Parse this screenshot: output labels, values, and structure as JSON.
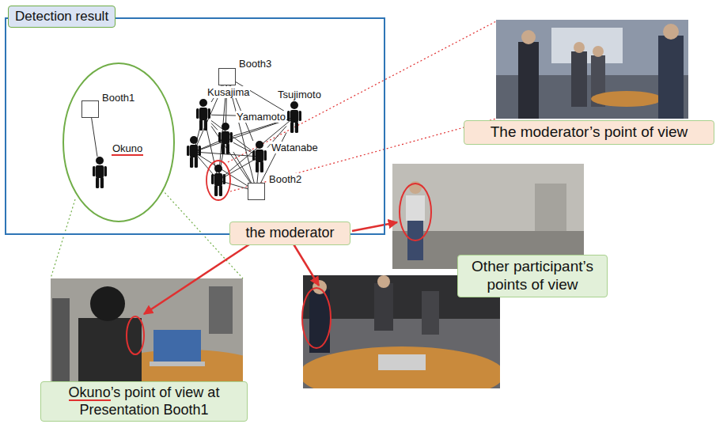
{
  "diagram": {
    "nodes": [
      {
        "text": [
          "Detection result"
        ]
      },
      {
        "text": [
          "Booth1"
        ],
        "in": 0
      },
      {
        "text": [
          "Okuno"
        ],
        "in": 0
      },
      {
        "text": [
          "Booth3"
        ],
        "in": 0
      },
      {
        "text": [
          "Kusajima"
        ],
        "in": 0
      },
      {
        "text": [
          "Tsujimoto"
        ],
        "in": 0
      },
      {
        "text": [
          "Yamamoto"
        ],
        "in": 0
      },
      {
        "text": [
          "Watanabe"
        ],
        "in": 0
      },
      {
        "text": [
          "Booth2"
        ],
        "in": 0
      },
      {
        "text": [
          "the moderator"
        ]
      },
      {
        "text": [
          "The moderator’s point of view"
        ]
      },
      {
        "text": [
          "Other participant’s points of view"
        ]
      },
      {
        "text": [
          "Okuno’s point of view at Presentation Booth1"
        ]
      }
    ],
    "edges": [
      {
        "from": 1,
        "to": 2,
        "arrow": "none"
      },
      {
        "from": 3,
        "to": 4,
        "arrow": "none"
      },
      {
        "from": 3,
        "to": 5,
        "arrow": "none"
      },
      {
        "from": 3,
        "to": 6,
        "arrow": "none"
      },
      {
        "from": 3,
        "to": 7,
        "arrow": "none"
      },
      {
        "from": 3,
        "to": 8,
        "arrow": "none"
      },
      {
        "from": 4,
        "to": 5,
        "arrow": "none"
      },
      {
        "from": 4,
        "to": 6,
        "arrow": "none"
      },
      {
        "from": 4,
        "to": 7,
        "arrow": "none"
      },
      {
        "from": 4,
        "to": 8,
        "arrow": "none"
      },
      {
        "from": 5,
        "to": 6,
        "arrow": "none"
      },
      {
        "from": 5,
        "to": 7,
        "arrow": "none"
      },
      {
        "from": 5,
        "to": 8,
        "arrow": "none"
      },
      {
        "from": 6,
        "to": 7,
        "arrow": "none"
      },
      {
        "from": 6,
        "to": 8,
        "arrow": "none"
      },
      {
        "from": 7,
        "to": 8,
        "arrow": "none"
      }
    ]
  }
}
